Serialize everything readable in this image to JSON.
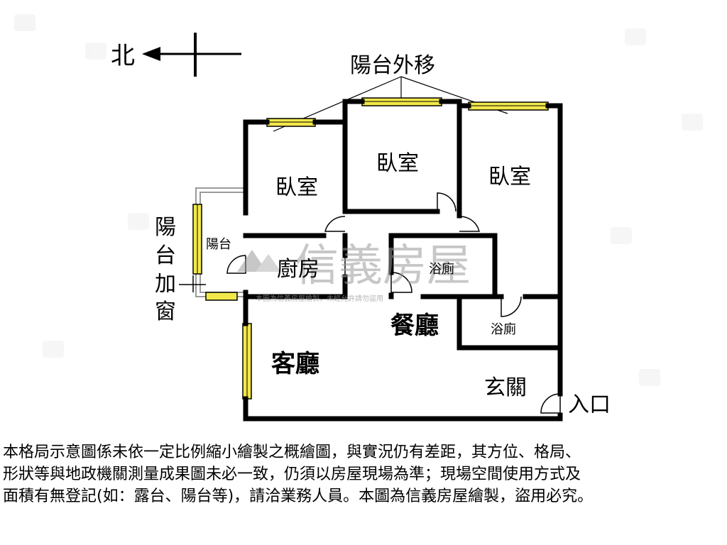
{
  "compass": {
    "label": "北"
  },
  "annotations": {
    "balcony_moved": "陽台外移",
    "balcony_window": [
      "陽",
      "台",
      "加",
      "窗"
    ],
    "entrance": "入口"
  },
  "rooms": {
    "bedroom_left": "臥室",
    "bedroom_middle": "臥室",
    "bedroom_right": "臥室",
    "balcony": "陽台",
    "kitchen": "廚房",
    "bathroom_1": "浴廁",
    "bathroom_2": "浴廁",
    "dining": "餐廳",
    "living": "客廳",
    "foyer": "玄關"
  },
  "watermark": {
    "brand": "信義房屋",
    "fine_print": "本圖為信義房屋繪製，未經允許請勿盜用"
  },
  "disclaimer": "本格局示意圖係未依一定比例縮小繪製之概繪圖，與實況仍有差距，其方位、格局、\n形狀等與地政機關測量成果圖未必一致，仍須以房屋現場為準；現場空間使用方式及\n面積有無登記(如：露台、陽台等)，請洽業務人員。本圖為信義房屋繪製，盜用必究。",
  "colors": {
    "wall": "#000000",
    "window": "#f2e84a",
    "watermark": "#9a9a9a"
  }
}
